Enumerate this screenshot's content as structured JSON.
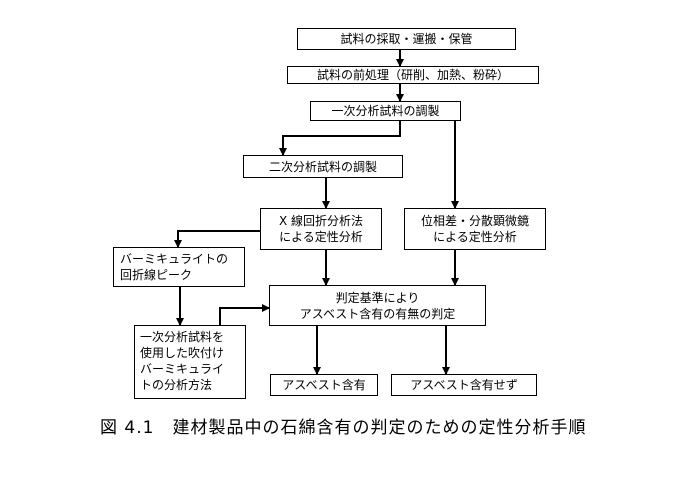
{
  "nodes": {
    "sampling": "試料の採取・運搬・保管",
    "pretreatment": "試料の前処理（研削、加熱、粉砕）",
    "primary_prep": "一次分析試料の調製",
    "secondary_prep": "二次分析試料の調製",
    "xrd": [
      "X 線回折分析法",
      "による定性分析"
    ],
    "plm": [
      "位相差・分散顕微鏡",
      "による定性分析"
    ],
    "vermiculite_peak": [
      "バーミキュライトの",
      "回折線ピーク"
    ],
    "judgement": [
      "判定基準により",
      "アスベスト含有の有無の判定"
    ],
    "spray_method": [
      "一次分析試料を",
      "使用した吹付け",
      "バーミキュライ",
      "トの分析方法"
    ],
    "contains": "アスベスト含有",
    "not_contains": "アスベスト含有せず"
  },
  "caption": "図 4.1　建材製品中の石綿含有の判定のための定性分析手順"
}
